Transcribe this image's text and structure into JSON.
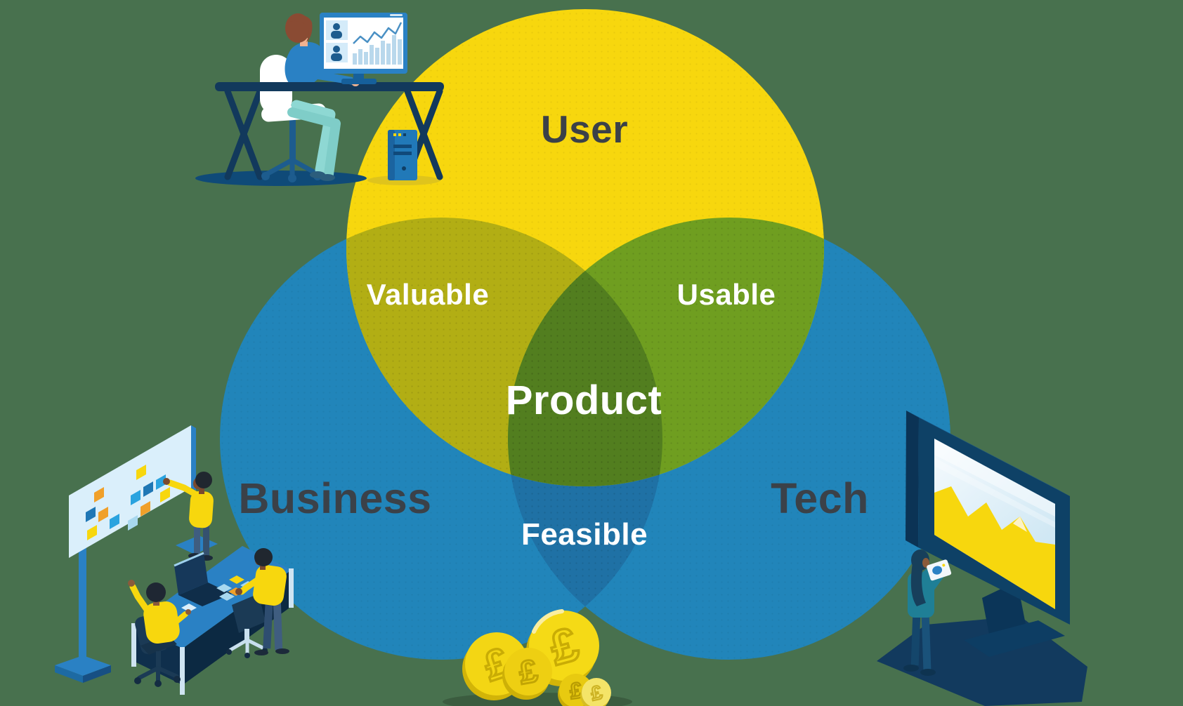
{
  "diagram": {
    "type": "venn",
    "background_color": "#48714e",
    "colors": {
      "user_circle": "#f7d70e",
      "business_circle": "#2185ba",
      "tech_circle": "#2185ba",
      "valuable_overlap": "#b2ae14",
      "usable_overlap": "#6f9e20",
      "feasible_overlap": "#1f71a5",
      "product_overlap": "#527e1f",
      "dark_label_text": "#3b4148",
      "light_label_text": "#ffffff"
    },
    "labels": {
      "user": "User",
      "business": "Business",
      "tech": "Tech",
      "valuable": "Valuable",
      "usable": "Usable",
      "feasible": "Feasible",
      "product": "Product"
    },
    "regions": [
      {
        "label": "User",
        "circles": [
          "User"
        ]
      },
      {
        "label": "Business",
        "circles": [
          "Business"
        ]
      },
      {
        "label": "Tech",
        "circles": [
          "Tech"
        ]
      },
      {
        "label": "Valuable",
        "circles": [
          "User",
          "Business"
        ]
      },
      {
        "label": "Usable",
        "circles": [
          "User",
          "Tech"
        ]
      },
      {
        "label": "Feasible",
        "circles": [
          "Business",
          "Tech"
        ]
      },
      {
        "label": "Product",
        "circles": [
          "User",
          "Business",
          "Tech"
        ]
      }
    ]
  },
  "coins": {
    "currency_symbol": "£"
  },
  "illustrations": {
    "top_left": "person-working-at-desk-with-video-call-and-chart-on-monitor",
    "bottom_left": "team-brainstorming-with-sticky-note-whiteboard-and-table",
    "bottom_right": "person-with-tablet-at-large-monitor-showing-area-chart",
    "bottom_center": "pile-of-pound-coins"
  }
}
